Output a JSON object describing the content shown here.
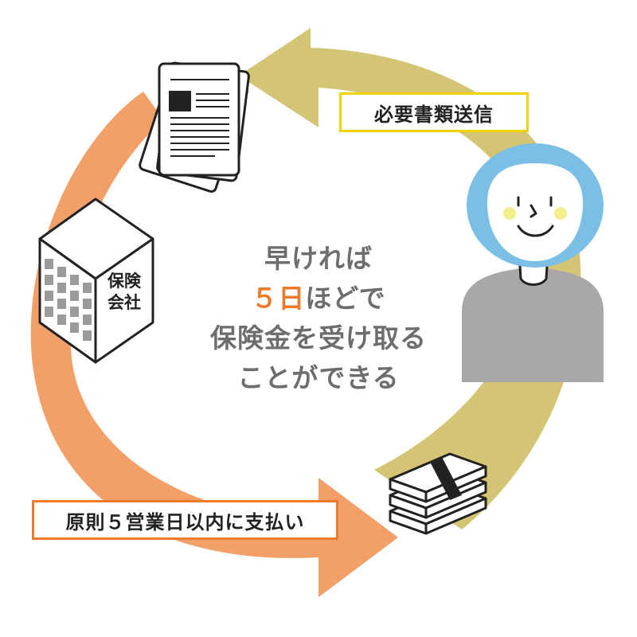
{
  "labels": {
    "send_documents": "必要書類送信",
    "payment_rule": "原則５営業日以内に支払い"
  },
  "center_message": {
    "line1": "早ければ",
    "line2_accent": "５日",
    "line2_rest": "ほどで",
    "line3": "保険金を受け取る",
    "line4": "ことができる"
  },
  "insurer": {
    "line1": "保険",
    "line2": "会社"
  },
  "colors": {
    "arrow_top": "#d3c574",
    "arrow_bottom": "#f2a068",
    "accent_orange": "#ee7a2c",
    "accent_yellow": "#f2d300",
    "center_text": "#6d6d6d",
    "person_hair": "#7cbfe6",
    "person_body": "#a9a7a7"
  }
}
